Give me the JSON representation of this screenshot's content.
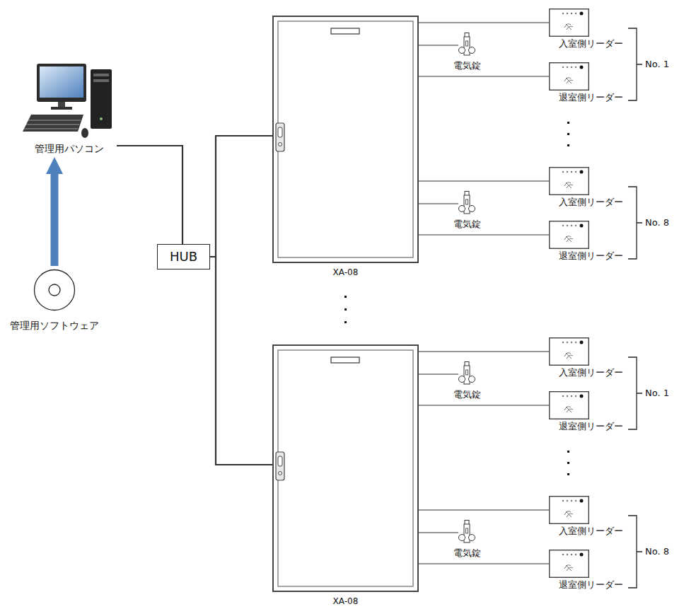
{
  "diagram": {
    "nodes": [
      {
        "text": [
          "管理用パソコン"
        ]
      },
      {
        "text": [
          "管理用ソフトウェア"
        ]
      },
      {
        "text": [
          "HUB"
        ]
      },
      {
        "text": [
          "XA-08"
        ]
      },
      {
        "text": [
          "入室側リーダー"
        ]
      },
      {
        "text": [
          "電気錠"
        ]
      },
      {
        "text": [
          "退室側リーダー"
        ]
      },
      {
        "text": [
          "入室側リーダー"
        ]
      },
      {
        "text": [
          "電気錠"
        ]
      },
      {
        "text": [
          "退室側リーダー"
        ]
      },
      {
        "text": [
          "XA-08"
        ]
      },
      {
        "text": [
          "入室側リーダー"
        ]
      },
      {
        "text": [
          "電気錠"
        ]
      },
      {
        "text": [
          "退室側リーダー"
        ]
      },
      {
        "text": [
          "入室側リーダー"
        ]
      },
      {
        "text": [
          "電気錠"
        ]
      },
      {
        "text": [
          "退室側リーダー"
        ]
      }
    ],
    "edges": [
      {
        "from": 1,
        "to": 0,
        "arrow": "to"
      },
      {
        "from": 0,
        "to": 2,
        "arrow": "none"
      },
      {
        "from": 2,
        "to": 3,
        "arrow": "none"
      },
      {
        "from": 2,
        "to": 10,
        "arrow": "none"
      },
      {
        "from": 3,
        "to": 4,
        "arrow": "none"
      },
      {
        "from": 3,
        "to": 5,
        "arrow": "none"
      },
      {
        "from": 3,
        "to": 6,
        "arrow": "none"
      },
      {
        "from": 3,
        "to": 7,
        "arrow": "none"
      },
      {
        "from": 3,
        "to": 8,
        "arrow": "none"
      },
      {
        "from": 3,
        "to": 9,
        "arrow": "none"
      },
      {
        "from": 10,
        "to": 11,
        "arrow": "none"
      },
      {
        "from": 10,
        "to": 12,
        "arrow": "none"
      },
      {
        "from": 10,
        "to": 13,
        "arrow": "none"
      },
      {
        "from": 10,
        "to": 14,
        "arrow": "none"
      },
      {
        "from": 10,
        "to": 15,
        "arrow": "none"
      },
      {
        "from": 10,
        "to": 16,
        "arrow": "none"
      }
    ],
    "labels": [
      "No. 1",
      "No. 8",
      "No. 1",
      "No. 8"
    ]
  }
}
